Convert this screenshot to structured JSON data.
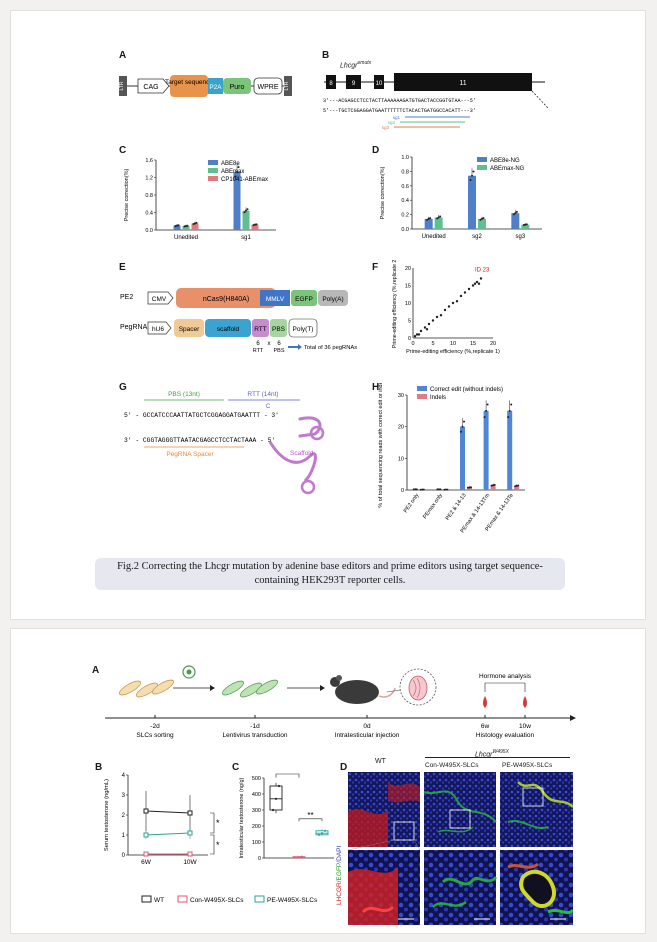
{
  "figure2": {
    "panelA": {
      "label": "A",
      "ltr_left": "LTR",
      "cag": "CAG",
      "target": "Target sequence",
      "p2a": "P2A",
      "puro": "Puro",
      "wpre": "WPRE",
      "ltr_right": "LTR",
      "colors": {
        "target": "#e8924a",
        "p2a": "#3aa3c8",
        "puro": "#7cc47a"
      }
    },
    "panelB": {
      "label": "B",
      "gene": "Lhcgr",
      "gene_sup": "emutx",
      "exons": [
        "8",
        "9",
        "10",
        "11"
      ],
      "seq_top": "3'---ACGAGCCTCCTACTTAAAAAAGATGTGACTACCGGTGTAA---5'",
      "seq_bottom": "5'---TGCTCGGAGGATGAATTTTTTCTACACTGATGGCCACATT---3'",
      "guides": [
        "sg1",
        "sg2",
        "sg3"
      ]
    },
    "panelC": {
      "label": "C",
      "legend": [
        "ABE8e",
        "ABEmax",
        "CP1041-ABEmax"
      ],
      "ylabel": "Precise correction(%)",
      "yticks": [
        "0.0",
        "0.4",
        "0.8",
        "1.2",
        "1.6"
      ],
      "categories": [
        "Unedited",
        "sg1"
      ]
    },
    "panelD": {
      "label": "D",
      "legend": [
        "ABE8e-NG",
        "ABEmax-NG"
      ],
      "ylabel": "Precise correction(%)",
      "yticks": [
        "0.0",
        "0.2",
        "0.4",
        "0.6",
        "0.8",
        "1.0"
      ],
      "categories": [
        "Unedited",
        "sg2",
        "sg3"
      ]
    },
    "panelE": {
      "label": "E",
      "pe2": "PE2",
      "cmv": "CMV",
      "ncas9": "nCas9(H840A)",
      "mmlv": "MMLV",
      "egfp": "EGFP",
      "polya": "Poly(A)",
      "pegrna": "PegRNA",
      "hu6": "hU6",
      "spacer": "Spacer",
      "scaffold": "scaffold",
      "rtt": "RTT",
      "pbs": "PBS",
      "polyt": "Poly(T)",
      "n1": "6",
      "x": "x",
      "n2": "6",
      "rtt_sub": "RTT",
      "pbs_sub": "PBS",
      "total": "Total of 36 pegRNAs"
    },
    "panelF": {
      "label": "F",
      "ylabel": "Prime-editing efficiency (%,replicate 2)",
      "xlabel": "Prime-editing efficiency (%,replicate 1)",
      "highlight": "ID 23",
      "ticks": [
        "0",
        "5",
        "10",
        "15",
        "20"
      ]
    },
    "panelG": {
      "label": "G",
      "pbs": "PBS (13nt)",
      "rtt": "RTT (14nt)",
      "c": "C",
      "seq1": "5' - GCCATCCCAATTATGCTCGGAGGATGAATTT - 3'",
      "seq2": "3' - CGGTAGGGTTAATACGAGCCTCCTACTAAA - 5'",
      "spacer": "PegRNA Spacer",
      "scaffold": "Scaffold"
    },
    "panelH": {
      "label": "H",
      "legend": [
        "Correct edit (without indels)",
        "Indels"
      ],
      "ylabel": "% of total sequencing reads with correct edit or indels",
      "yticks": [
        "0",
        "10",
        "20",
        "30"
      ],
      "categories": [
        "PE2 only",
        "PEmax only",
        "PE2 & 14-13",
        "PEmax & 14-13Tm",
        "PEmax & 14-13Te"
      ]
    },
    "caption": "Fig.2 Correcting the Lhcgr mutation by adenine base editors and prime editors using target sequence-containing HEK293T reporter cells."
  },
  "figure3": {
    "panelA": {
      "label": "A",
      "steps": [
        {
          "day": "-2d",
          "desc": "SLCs sorting"
        },
        {
          "day": "-1d",
          "desc": "Lentivirus transduction"
        },
        {
          "day": "0d",
          "desc": "Intratesticular injection"
        },
        {
          "day": "6w",
          "desc": ""
        },
        {
          "day": "10w",
          "desc": ""
        }
      ],
      "hormone": "Hormone analysis",
      "histology": "Histology evaluation"
    },
    "panelB": {
      "label": "B",
      "ylabel": "Serum testosterone (ng/mL)",
      "yticks": [
        "0",
        "1",
        "2",
        "3",
        "4"
      ],
      "xticks": [
        "6W",
        "10W"
      ],
      "stars": [
        "*",
        "*"
      ]
    },
    "panelC": {
      "label": "C",
      "ylabel": "Intratesticular testosterone (ng/g)",
      "yticks": [
        "0",
        "100",
        "200",
        "300",
        "400",
        "500"
      ],
      "stars": [
        "***",
        "**"
      ]
    },
    "panelD": {
      "label": "D",
      "cols": [
        "WT",
        "Con-W495X-SLCs",
        "PE-W495X-SLCs"
      ],
      "group_header": "Lhcgr",
      "group_sup": "W495X",
      "stain_red": "LHCGR/",
      "stain_green": "EGFP/",
      "stain_blue": "DAPI"
    },
    "legend": [
      "WT",
      "Con-W495X-SLCs",
      "PE-W495X-SLCs"
    ]
  },
  "chart_data": [
    {
      "type": "bar",
      "panel": "Fig2C",
      "categories": [
        "Unedited",
        "sg1"
      ],
      "series": [
        {
          "name": "ABE8e",
          "values": [
            0.1,
            1.33
          ],
          "color": "#4f7fc8"
        },
        {
          "name": "ABEmax",
          "values": [
            0.09,
            0.44
          ],
          "color": "#5fbf8f"
        },
        {
          "name": "CP1041-ABEmax",
          "values": [
            0.15,
            0.12
          ],
          "color": "#e07b7b"
        }
      ],
      "ylim": [
        0,
        1.6
      ]
    },
    {
      "type": "bar",
      "panel": "Fig2D",
      "categories": [
        "Unedited",
        "sg2",
        "sg3"
      ],
      "series": [
        {
          "name": "ABE8e-NG",
          "values": [
            0.14,
            0.74,
            0.22
          ],
          "color": "#4f7fc8"
        },
        {
          "name": "ABEmax-NG",
          "values": [
            0.16,
            0.14,
            0.06
          ],
          "color": "#5fbf8f"
        }
      ],
      "ylim": [
        0,
        1.0
      ]
    },
    {
      "type": "scatter",
      "panel": "Fig2F",
      "x": [
        0.5,
        1,
        1.5,
        2,
        3,
        3.5,
        4,
        5,
        6,
        7,
        8,
        9,
        10,
        11,
        12,
        13,
        14,
        15,
        15.5,
        16,
        16.5,
        17
      ],
      "y": [
        0.5,
        1,
        1,
        2,
        3,
        2.5,
        4,
        5,
        6,
        6.5,
        8,
        9,
        10,
        10.5,
        12,
        13,
        14,
        15,
        15.5,
        16,
        15.5,
        17
      ],
      "xlim": [
        0,
        20
      ],
      "ylim": [
        0,
        20
      ]
    },
    {
      "type": "bar",
      "panel": "Fig2H",
      "categories": [
        "PE2 only",
        "PEmax only",
        "PE2 & 14-13",
        "PEmax & 14-13Tm",
        "PEmax & 14-13Te"
      ],
      "series": [
        {
          "name": "Correct edit (without indels)",
          "values": [
            0.2,
            0.2,
            20,
            25,
            25
          ],
          "color": "#4f86d6"
        },
        {
          "name": "Indels",
          "values": [
            0.1,
            0.1,
            0.8,
            1.5,
            1.3
          ],
          "color": "#e07b8a"
        }
      ],
      "ylim": [
        0,
        30
      ]
    },
    {
      "type": "line",
      "panel": "Fig3B",
      "categories": [
        "6W",
        "10W"
      ],
      "series": [
        {
          "name": "WT",
          "values": [
            2.2,
            2.1
          ],
          "err": [
            1.0,
            0.9
          ],
          "color": "#222222"
        },
        {
          "name": "Con-W495X-SLCs",
          "values": [
            0.05,
            0.05
          ],
          "err": [
            0.02,
            0.02
          ],
          "color": "#e0567a"
        },
        {
          "name": "PE-W495X-SLCs",
          "values": [
            1.0,
            1.1
          ],
          "err": [
            0.2,
            0.3
          ],
          "color": "#2aa398"
        }
      ],
      "ylim": [
        0,
        4
      ]
    },
    {
      "type": "box",
      "panel": "Fig3C",
      "series": [
        {
          "name": "WT",
          "median": 370,
          "q1": 300,
          "q3": 450,
          "min": 280,
          "max": 470,
          "color": "#222222"
        },
        {
          "name": "Con-W495X-SLCs",
          "median": 5,
          "q1": 2,
          "q3": 8,
          "min": 0,
          "max": 10,
          "color": "#e0567a"
        },
        {
          "name": "PE-W495X-SLCs",
          "median": 155,
          "q1": 145,
          "q3": 170,
          "min": 140,
          "max": 180,
          "color": "#2aa398"
        }
      ],
      "ylim": [
        0,
        500
      ]
    }
  ]
}
